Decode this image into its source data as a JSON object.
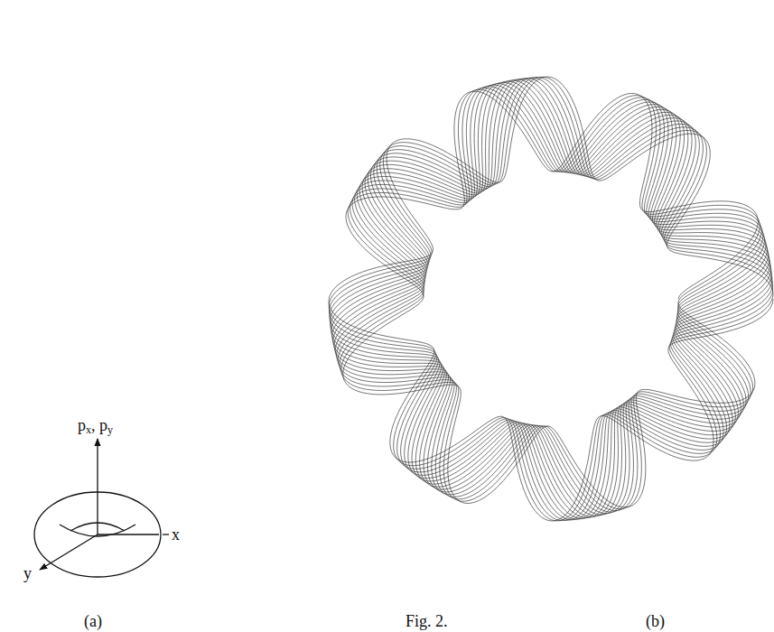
{
  "diagram": {
    "labels": [
      "px, py",
      "x",
      "y",
      "(a)",
      "Fig. 2.",
      "(b)"
    ]
  }
}
